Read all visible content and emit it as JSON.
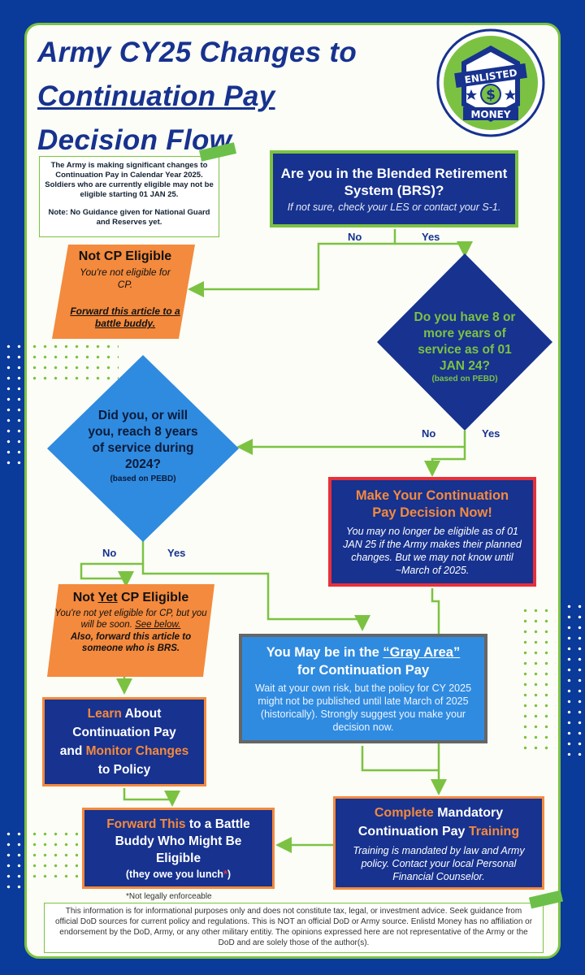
{
  "title": {
    "line1": "Army CY25 Changes to",
    "line2": "Continuation Pay",
    "line3": "Decision Flow"
  },
  "logo": {
    "top_text": "ENLISTED",
    "bottom_text": "MONEY",
    "colors": {
      "navy": "#17328f",
      "green": "#7cc242"
    }
  },
  "intro": {
    "p1": "The Army is making significant changes to Continuation Pay in Calendar Year 2025. Soldiers who are currently eligible may not be eligible starting 01 JAN 25.",
    "p2": "Note: No Guidance given for National Guard and Reserves yet."
  },
  "brs": {
    "question": "Are you in the Blended Retirement System (BRS)?",
    "hint": "If not sure, check your LES or contact your S-1.",
    "no": "No",
    "yes": "Yes"
  },
  "not_cp": {
    "title": "Not CP Eligible",
    "body": "You're not eligible for CP.",
    "link": "Forward this article to a battle buddy."
  },
  "eight_years": {
    "l1": "Do you have 8 or",
    "l2": "more years of",
    "l3": "service  as of 01",
    "l4": "JAN 24?",
    "note": "(based on PEBD)",
    "no": "No",
    "yes": "Yes"
  },
  "reach_eight": {
    "l1": "Did you, or will",
    "l2": "you, reach 8 years",
    "l3": "of service during",
    "l4": "2024?",
    "note": "(based on PEBD)",
    "no": "No",
    "yes": "Yes"
  },
  "decide_now": {
    "title": "Make Your Continuation Pay Decision Now!",
    "body": "You may no longer be eligible as of 01 JAN 25 if the Army makes their planned changes. But we may not know until ~March of 2025."
  },
  "not_yet": {
    "title_a": "Not ",
    "title_b": "Yet",
    "title_c": " CP Eligible",
    "body": "You're not yet eligible for CP, but you will be soon.",
    "see_below": "See below.",
    "forward": "Also, forward this article to someone who is BRS."
  },
  "gray_area": {
    "title_a": "You May be in the ",
    "title_b": "“Gray Area”",
    "title_c": "for Continuation Pay",
    "body": "Wait at your own risk, but the policy for CY 2025 might not be published until late March of 2025 (historically). Strongly suggest you make your decision now."
  },
  "learn": {
    "a": "Learn",
    "b": " About",
    "c": "Continuation Pay",
    "d": "and ",
    "e": "Monitor Changes",
    "f": "to Policy"
  },
  "training": {
    "t1": "Complete",
    "t2": " Mandatory",
    "t3": "Continuation Pay ",
    "t4": "Training",
    "body": "Training is mandated by law and Army policy. Contact your local Personal Financial Counselor."
  },
  "forward_buddy": {
    "a": "Forward This",
    "b": " to a Battle",
    "c": "Buddy Who Might Be",
    "d": "Eligible",
    "e": "(they owe you lunch",
    "f": "*",
    "g": ")"
  },
  "footnote": "*Not legally enforceable",
  "disclaimer": "This information is for informational purposes only and does not constitute tax, legal, or investment advice. Seek guidance from official DoD sources for current policy and regulations. This is NOT an official DoD or Army source. Enlistd Money has no affiliation or endorsement by the DoD, Army, or any other military entitiy. The opinions expressed here are not representative of the Army or the DoD and are solely those of the author(s).",
  "colors": {
    "background": "#0a3a9a",
    "navy": "#17328f",
    "green": "#7cc242",
    "orange": "#f48a3d",
    "red_border": "#e8303a",
    "light_blue": "#2f8be0"
  }
}
